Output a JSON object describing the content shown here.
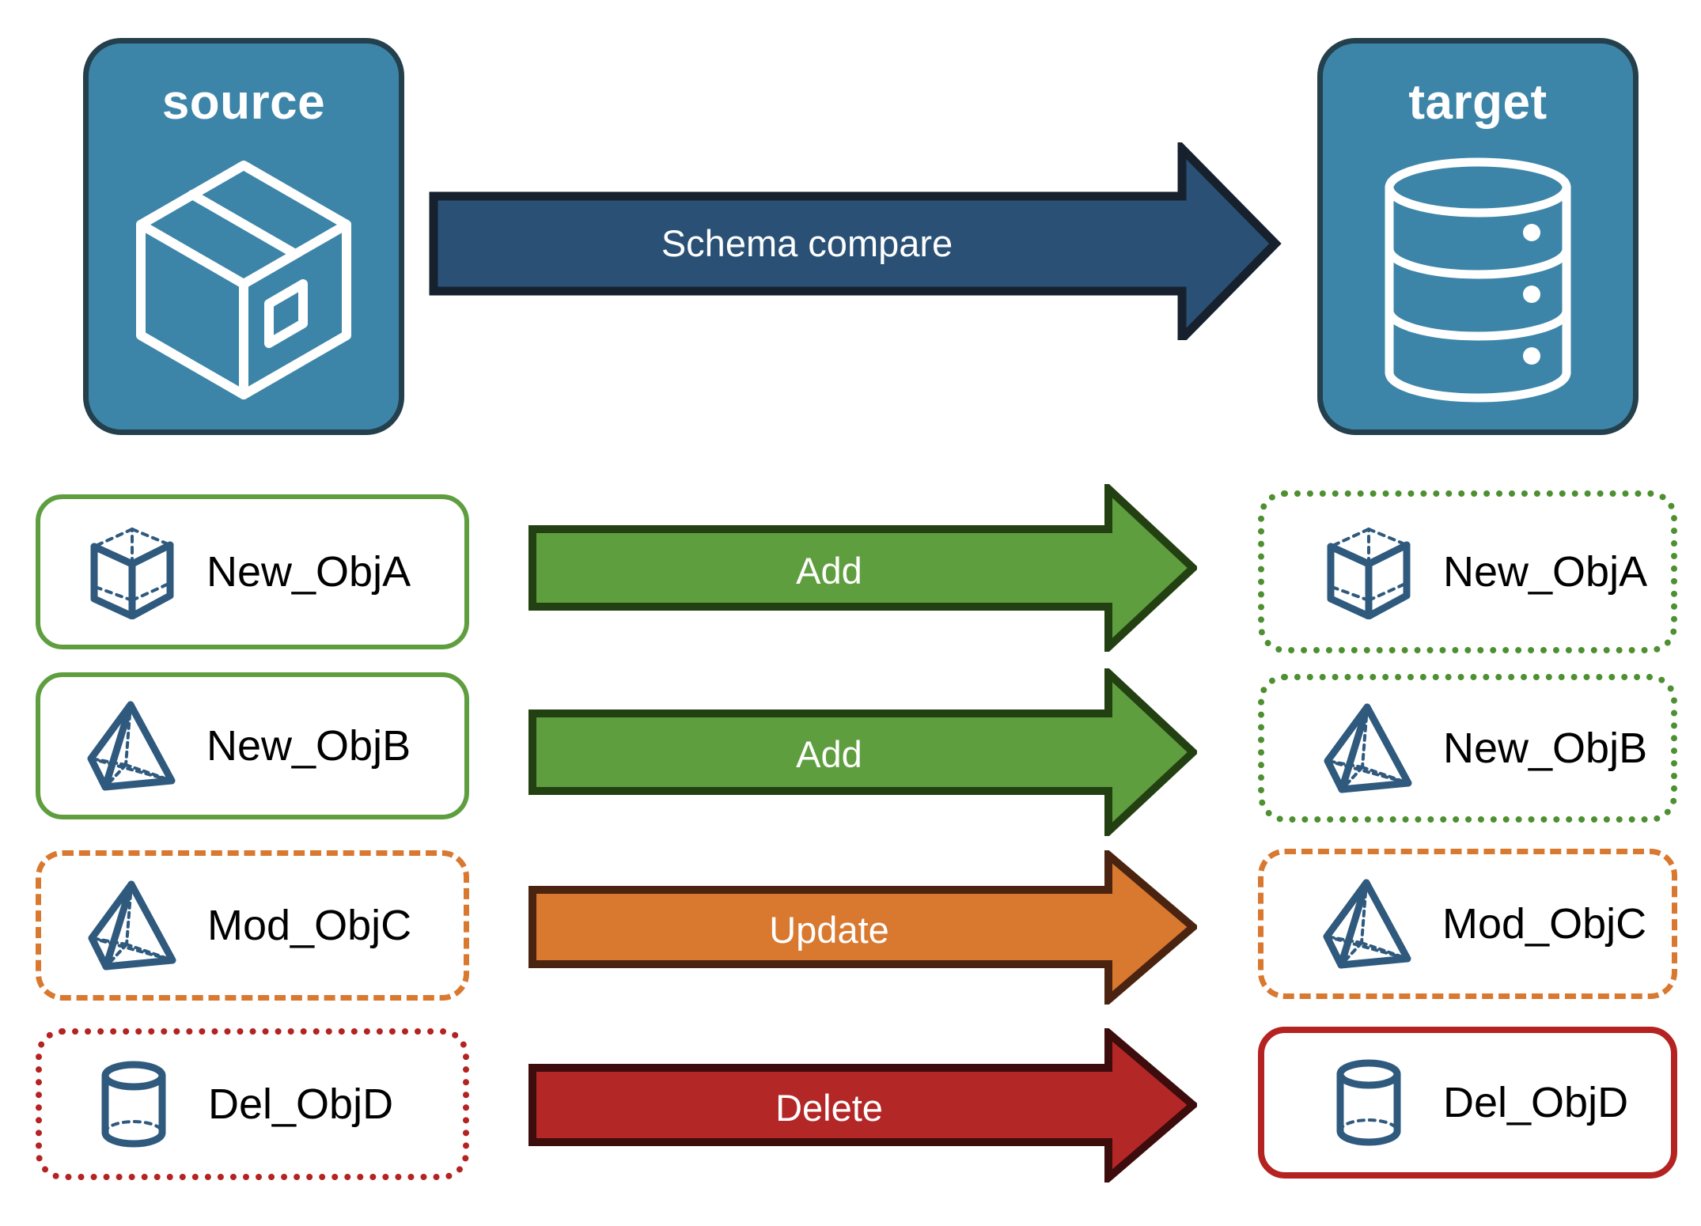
{
  "diagram": {
    "title": "Schema compare",
    "source_panel": {
      "label": "source",
      "icon": "package-box-icon"
    },
    "target_panel": {
      "label": "target",
      "icon": "database-cylinder-icon"
    },
    "main_arrow": {
      "label": "Schema compare",
      "fill": "#2a5175",
      "stroke": "#17212e"
    },
    "rows": [
      {
        "source_label": "New_ObjA",
        "target_label": "New_ObjA",
        "action": "Add",
        "icon": "wireframe-cube-icon",
        "arrow_fill": "#5f9e3f",
        "arrow_stroke": "#234012",
        "source_border_style": "solid",
        "source_border_color": "#5f9e3f",
        "target_border_style": "dotted",
        "target_border_color": "#4e9031"
      },
      {
        "source_label": "New_ObjB",
        "target_label": "New_ObjB",
        "action": "Add",
        "icon": "wireframe-pyramid-icon",
        "arrow_fill": "#5f9e3f",
        "arrow_stroke": "#234012",
        "source_border_style": "solid",
        "source_border_color": "#5f9e3f",
        "target_border_style": "dotted",
        "target_border_color": "#4e9031"
      },
      {
        "source_label": "Mod_ObjC",
        "target_label": "Mod_ObjC",
        "action": "Update",
        "icon": "wireframe-pyramid-icon",
        "arrow_fill": "#d9782f",
        "arrow_stroke": "#4a2410",
        "source_border_style": "dashed",
        "source_border_color": "#d9782f",
        "target_border_style": "dashed",
        "target_border_color": "#d9782f"
      },
      {
        "source_label": "Del_ObjD",
        "target_label": "Del_ObjD",
        "action": "Delete",
        "icon": "wireframe-cylinder-icon",
        "arrow_fill": "#b42727",
        "arrow_stroke": "#3d0c0c",
        "source_border_style": "dotted",
        "source_border_color": "#b42222",
        "target_border_style": "solid",
        "target_border_color": "#b42222"
      }
    ],
    "colors": {
      "panel_fill": "#3d85a8",
      "panel_stroke": "#24404d",
      "icon_blue": "#2f5a7e",
      "add_green": "#5f9e3f",
      "update_orange": "#d9782f",
      "delete_red": "#b42727"
    }
  }
}
